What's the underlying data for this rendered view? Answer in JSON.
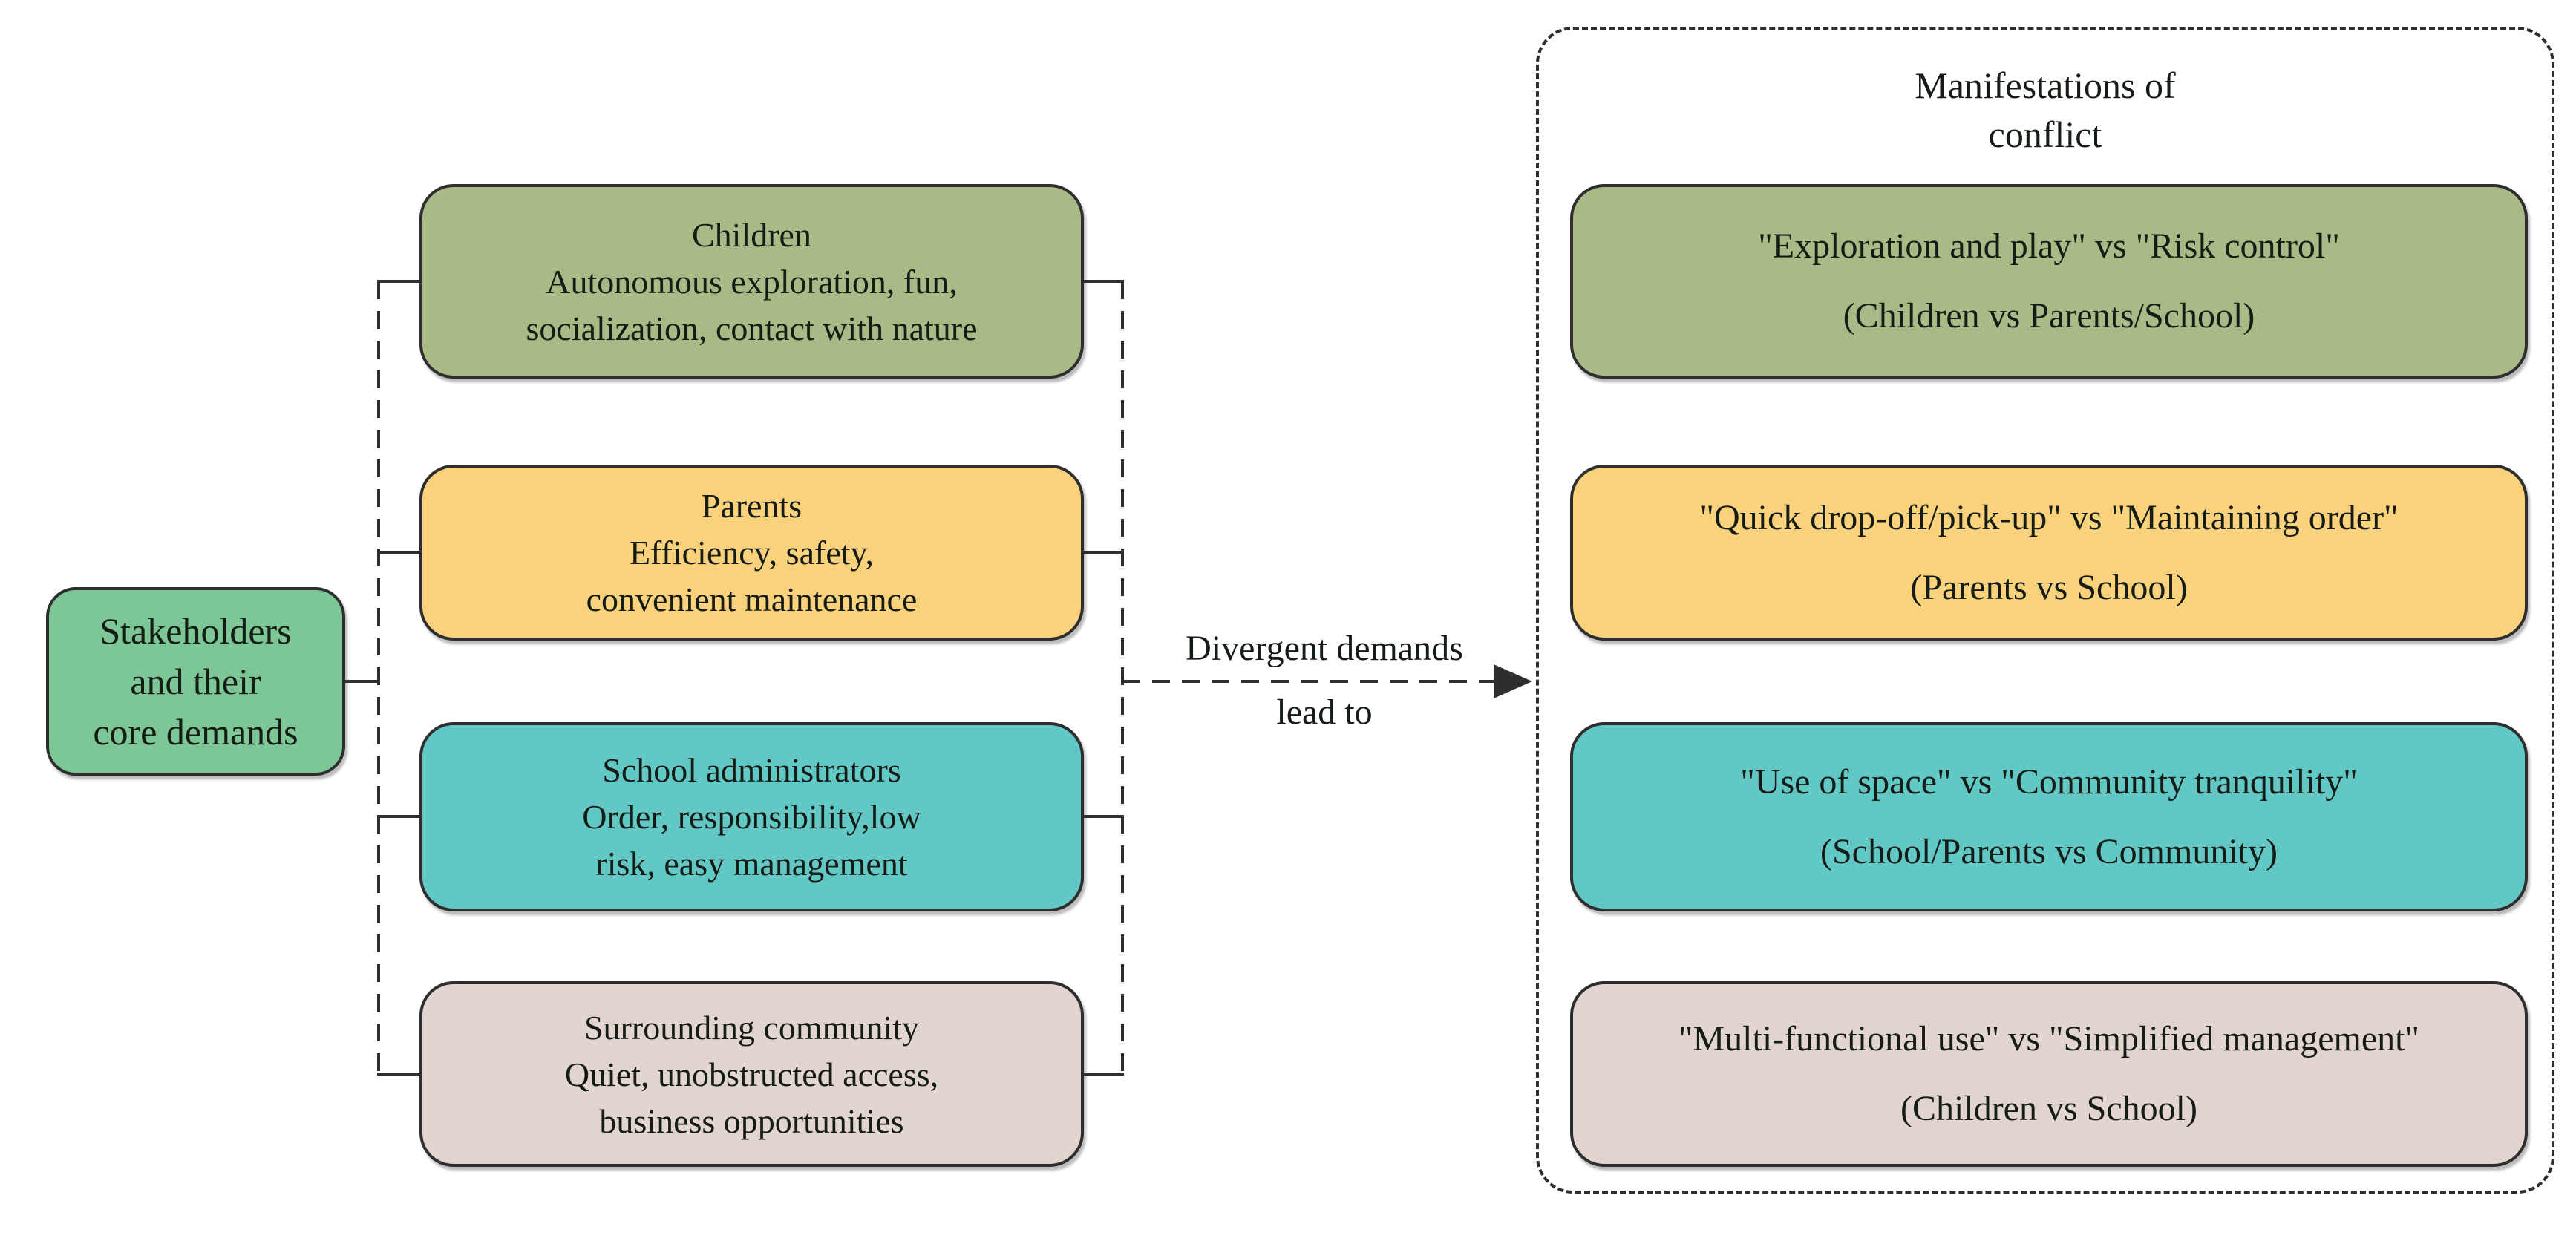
{
  "colors": {
    "canvas_bg": "#ffffff",
    "text_dark": "#151b15",
    "connector": "#2e2e2e",
    "box_border": "#2e2e2e",
    "stakeholder_green": "#7cc795",
    "olive_green": "#a8bb86",
    "amber": "#fad27c",
    "teal": "#62c8c5",
    "dusty_pink": "#e2d4cf"
  },
  "left_box": {
    "lines": [
      "Stakeholders",
      "and their",
      "core demands"
    ],
    "color_key": "stakeholder_green"
  },
  "stakeholders": [
    {
      "title": "Children",
      "demands": [
        "Autonomous exploration, fun,",
        "socialization, contact with nature"
      ],
      "color_key": "olive_green"
    },
    {
      "title": "Parents",
      "demands": [
        "Efficiency, safety,",
        "convenient maintenance"
      ],
      "color_key": "amber"
    },
    {
      "title": "School administrators",
      "demands": [
        "Order, responsibility,low",
        "risk, easy management"
      ],
      "color_key": "teal"
    },
    {
      "title": "Surrounding community",
      "demands": [
        "Quiet, unobstructed access,",
        "business opportunities"
      ],
      "color_key": "dusty_pink"
    }
  ],
  "arrow": {
    "label_line1": "Divergent demands",
    "label_line2": "lead to"
  },
  "conflicts_panel": {
    "title_line1": "Manifestations of",
    "title_line2": "conflict",
    "items": [
      {
        "conflict": "\"Exploration and play\" vs \"Risk control\"",
        "parties": "(Children vs Parents/School)",
        "color_key": "olive_green"
      },
      {
        "conflict": "\"Quick drop-off/pick-up\" vs \"Maintaining order\"",
        "parties": "(Parents vs School)",
        "color_key": "amber"
      },
      {
        "conflict": "\"Use of space\" vs \"Community tranquility\"",
        "parties": "(School/Parents vs Community)",
        "color_key": "teal"
      },
      {
        "conflict": "\"Multi-functional use\" vs \"Simplified management\"",
        "parties": "(Children vs School)",
        "color_key": "dusty_pink"
      }
    ]
  }
}
